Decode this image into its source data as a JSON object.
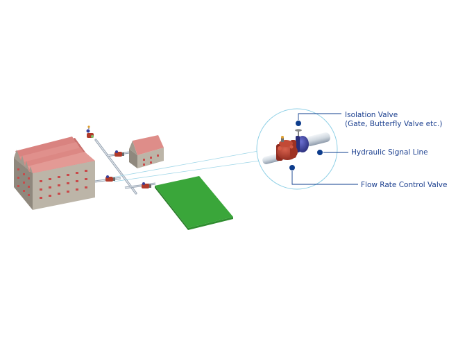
{
  "callouts": {
    "isolation_valve": {
      "line1": "Isolation Valve",
      "line2": "(Gate, Butterfly Valve etc.)"
    },
    "hydraulic_signal_line": "Hydraulic Signal Line",
    "flow_rate_control_valve": "Flow Rate Control Valve"
  },
  "colors": {
    "label_text": "#1b3f8f",
    "marker": "#0d3c8c",
    "zoom_ring": "#8fd0e6",
    "roof": "#d98380",
    "wall": "#bdb6aa",
    "window": "#c94a4a",
    "field": "#3aa63a",
    "pipe": "#c9d2dc",
    "valve_red": "#b03a2a",
    "actuator_blue": "#3a3f99"
  },
  "icons": [
    "location-marker-icon"
  ]
}
